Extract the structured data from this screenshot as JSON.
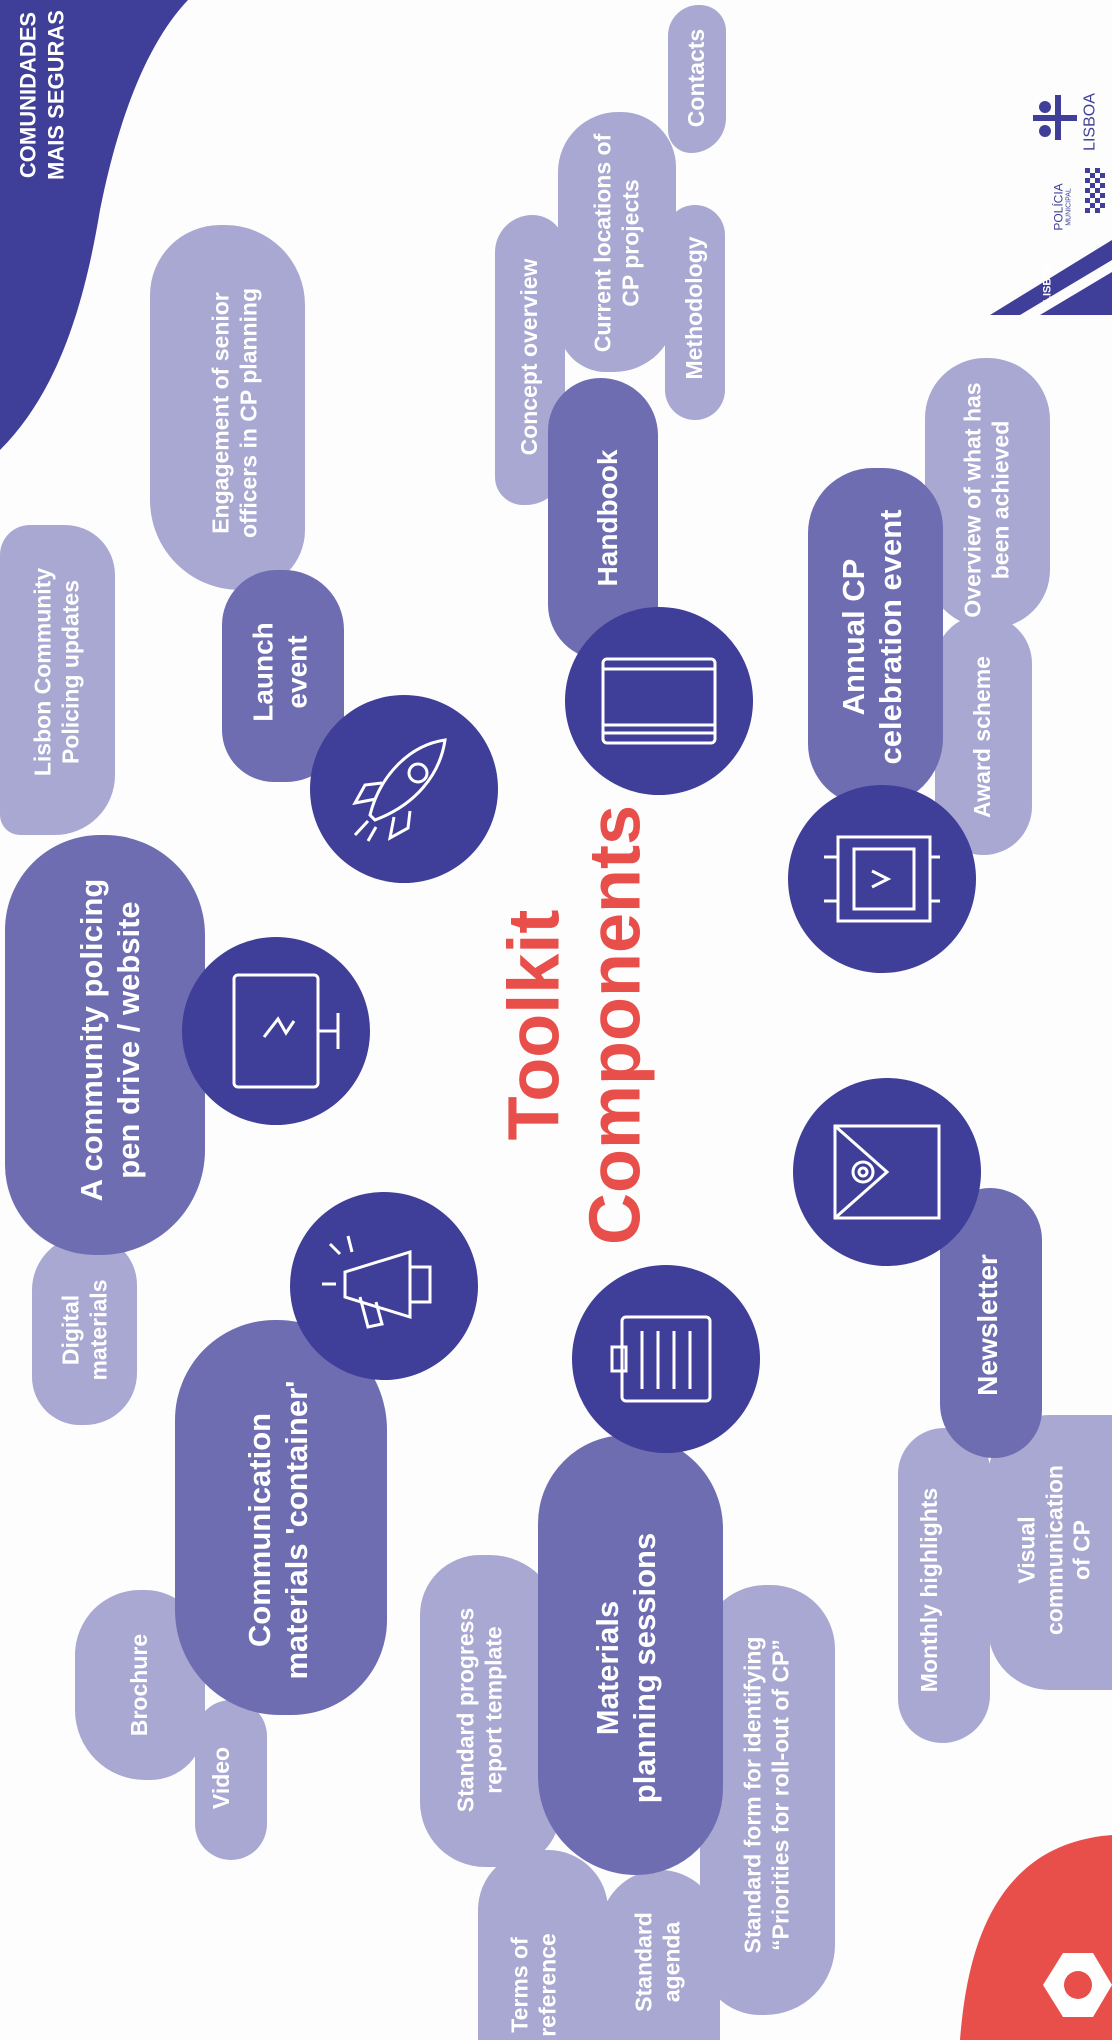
{
  "header": {
    "brand_line1": "COMUNIDADES",
    "brand_line2": "MAIS SEGURAS"
  },
  "title": {
    "line1": "Toolkit",
    "line2": "Components"
  },
  "colors": {
    "navy": "#3f3e98",
    "dark_blob": "#6e6db2",
    "light_blob": "#a9a8d2",
    "title_red": "#e84f4a",
    "corner_red": "#e84f4a"
  },
  "components": {
    "handbook": {
      "label": "Handbook",
      "icon": "book-icon",
      "children": [
        "Concept overview",
        "Current locations of CP projects",
        "Methodology",
        "Contacts"
      ]
    },
    "launch": {
      "label_line1": "Launch",
      "label_line2": "event",
      "icon": "rocket-icon",
      "children": [
        "Engagement of senior officers in CP planning",
        "Lisbon Community Policing updates"
      ]
    },
    "pen_drive": {
      "label_line1": "A community policing",
      "label_line2": "pen drive / website",
      "icon": "monitor-icon"
    },
    "communication": {
      "label_line1": "Communication",
      "label_line2": "materials 'container'",
      "icon": "megaphone-icon",
      "children": [
        "Digital materials",
        "Brochure",
        "Video"
      ]
    },
    "materials": {
      "label_line1": "Materials",
      "label_line2": "planning sessions",
      "icon": "clipboard-icon",
      "children": [
        "Standard progress report template",
        "Terms of reference",
        "Standard agenda",
        "Standard form for identifying “Priorities for roll-out of CP”"
      ]
    },
    "newsletter": {
      "label": "Newsletter",
      "icon": "email-icon",
      "children": [
        "Monthly highlights",
        "Visual communication of CP"
      ]
    },
    "annual_event": {
      "label_line1": "Annual CP",
      "label_line2": "celebration event",
      "icon": "calendar-icon",
      "children": [
        "Award scheme",
        "Overview of what has been achieved"
      ]
    }
  },
  "logos": {
    "lisboa_stripe": "LISBOA",
    "policia_line1": "POLÍCIA",
    "policia_line2": "MUNICIPAL",
    "lisboa_crest": "LISBOA"
  }
}
